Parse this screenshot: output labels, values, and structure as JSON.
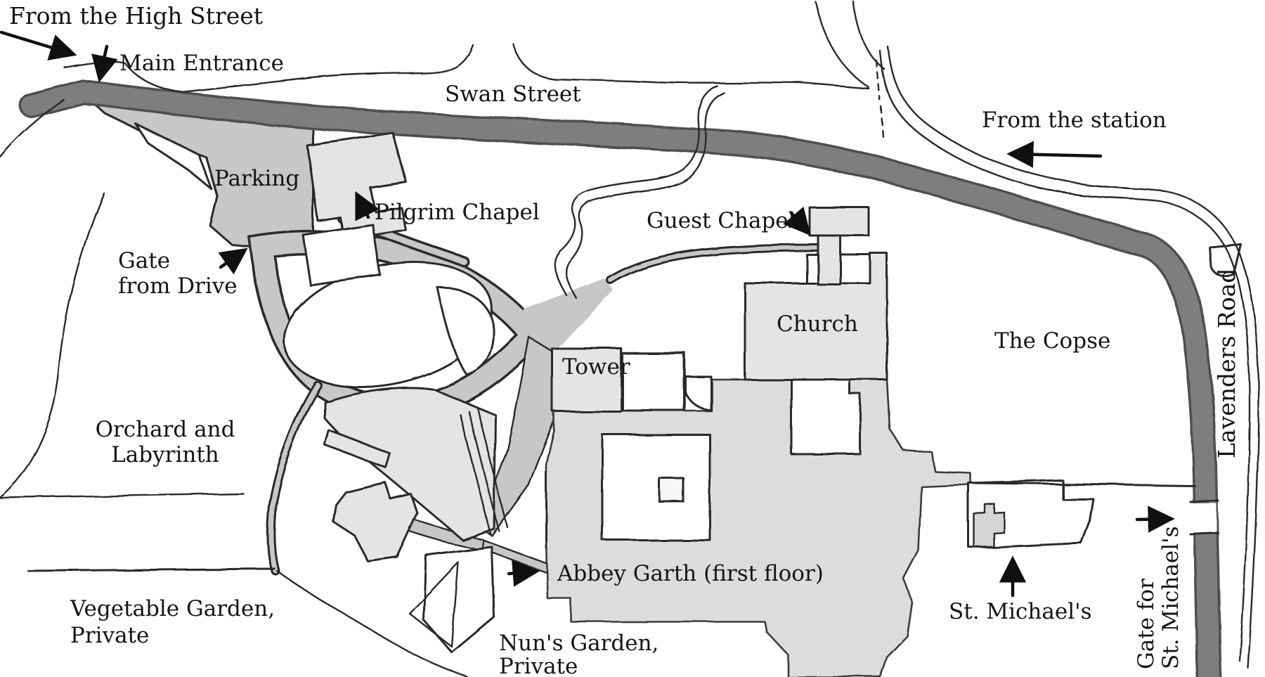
{
  "map": {
    "labels": {
      "from_high_street": "From the High Street",
      "main_entrance": "Main Entrance",
      "swan_street": "Swan Street",
      "from_station": "From the station",
      "parking": "Parking",
      "pilgrim_chapel": "Pilgrim Chapel",
      "guest_chapel": "Guest Chapel",
      "gate_from_drive_line1": "Gate",
      "gate_from_drive_line2": "from Drive",
      "church": "Church",
      "the_copse": "The Copse",
      "tower": "Tower",
      "lavenders_road": "Lavenders Road",
      "orchard_line1": "Orchard and",
      "orchard_line2": "Labyrinth",
      "abbey_garth": "Abbey Garth (first floor)",
      "vegetable_garden_line1": "Vegetable Garden,",
      "vegetable_garden_line2": "Private",
      "nuns_garden_line1": "Nun's Garden,",
      "nuns_garden_line2": "Private",
      "st_michaels": "St. Michael's",
      "gate_for_st_michaels_line1": "Gate for",
      "gate_for_st_michaels_line2": "St. Michael's"
    },
    "palette": {
      "background": "#ffffff",
      "road_fill": "#7e7e7e",
      "road_edge": "#4f4f4f",
      "drive_fill": "#c7c7c7",
      "building_fill": "#e4e4e4",
      "abbey_fill": "#dcdcdc",
      "outline": "#2b2b2b",
      "text": "#141414"
    }
  }
}
